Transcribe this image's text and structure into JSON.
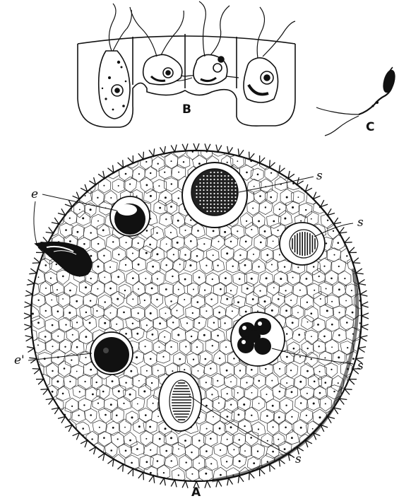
{
  "figure": {
    "panel_a_label": "A",
    "panel_b_label": "B",
    "panel_c_label": "C",
    "callout_labels": {
      "s1": "s",
      "s2": "s",
      "s3": "s",
      "s4": "s",
      "e1": "e",
      "e2": "e'"
    }
  },
  "colors": {
    "ink": "#111111",
    "paper": "#ffffff"
  }
}
